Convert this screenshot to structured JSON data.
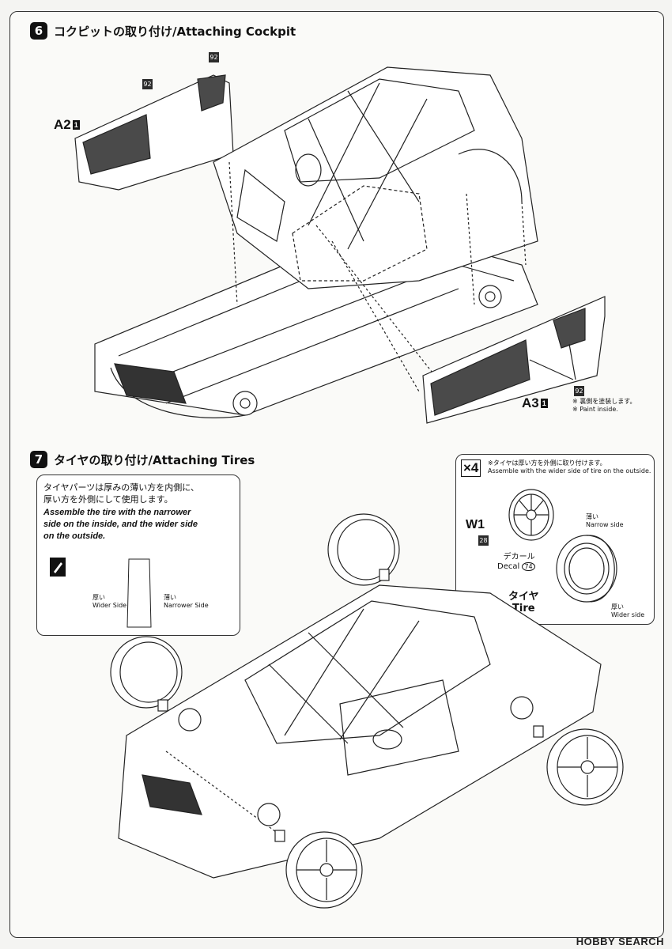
{
  "step6": {
    "number": "6",
    "title": "コクピットの取り付け/Attaching Cockpit",
    "part_a2": "A2",
    "part_a2_tag": "1",
    "part_a3": "A3",
    "part_a3_tag": "1",
    "paint_code": "92",
    "note_jp": "※ 裏側を塗装します。",
    "note_en": "※ Paint inside."
  },
  "step7": {
    "number": "7",
    "title": "タイヤの取り付け/Attaching Tires",
    "instruction_jp_1": "タイヤパーツは厚みの薄い方を内側に、",
    "instruction_jp_2": "厚い方を外側にして使用します。",
    "instruction_en_1": "Assemble the tire with the narrower",
    "instruction_en_2": "side on the inside, and the wider side",
    "instruction_en_3": "on the outside.",
    "wider_jp": "厚い",
    "wider_en": "Wider Side",
    "narrower_jp": "薄い",
    "narrower_en": "Narrower Side",
    "detail": {
      "qty": "×4",
      "note_jp": "※タイヤは厚い方を外側に取り付けます。",
      "note_en": "Assemble with the wider side of tire on the outside.",
      "wheel_part": "W1",
      "wheel_tag": "28",
      "narrow_jp": "薄い",
      "narrow_en": "Narrow side",
      "decal_jp": "デカール",
      "decal_en": "Decal",
      "decal_no": "74",
      "tire_jp": "タイヤ",
      "tire_en": "Tire",
      "wide_jp": "厚い",
      "wide_en": "Wider side"
    }
  },
  "footer": {
    "watermark": "HOBBY SEARCH"
  }
}
